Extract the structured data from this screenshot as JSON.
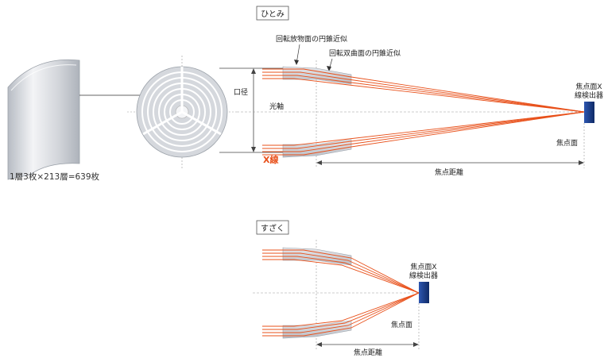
{
  "top_section": {
    "title": "ひとみ",
    "mirror_label_parabolic": "回転放物面の円錐近似",
    "mirror_label_hyperbolic": "回転双曲面の円錐近似",
    "aperture_label": "口径",
    "optical_axis_label": "光軸",
    "xray_label": "X線",
    "detector_label_line1": "焦点面X",
    "detector_label_line2": "線検出器",
    "focal_plane_label": "焦点面",
    "focal_length_label": "焦点距離",
    "mirror_count_label": "1層3枚×213層=639枚"
  },
  "bottom_section": {
    "title": "すざく",
    "detector_label_line1": "焦点面X",
    "detector_label_line2": "線検出器",
    "focal_plane_label": "焦点面",
    "focal_length_label": "焦点距離"
  },
  "colors": {
    "ray": "#e8501a",
    "detector": "#1a3f8f",
    "mirror": "#c9cdd4",
    "line": "#444444"
  }
}
